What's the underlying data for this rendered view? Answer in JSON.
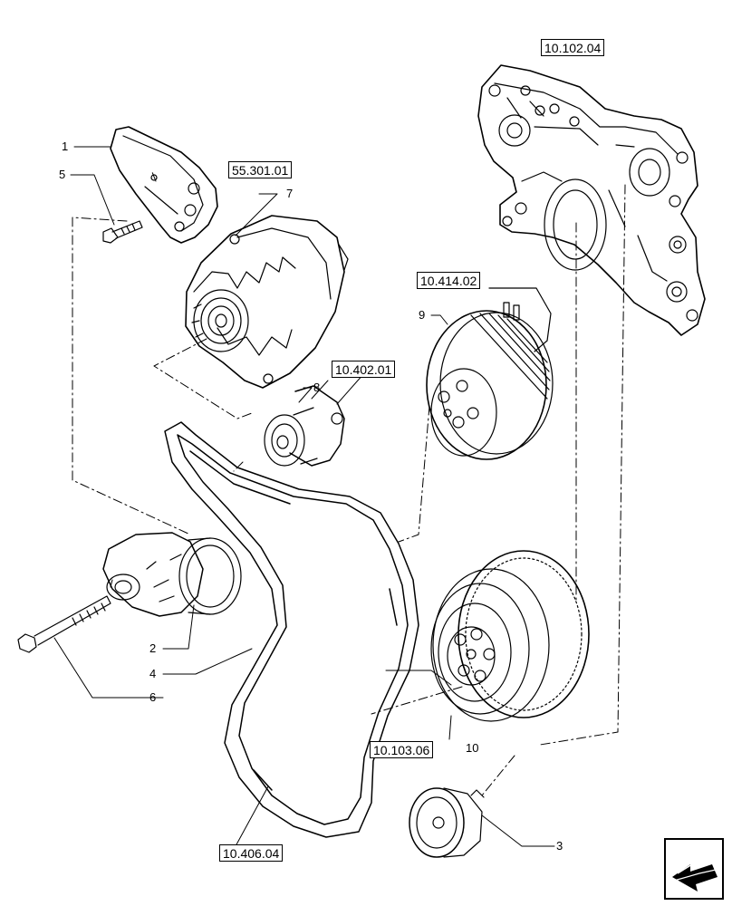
{
  "callouts": {
    "c1": "1",
    "c2": "2",
    "c3": "3",
    "c4": "4",
    "c5": "5",
    "c6": "6",
    "c7": "7",
    "c8": "8",
    "c9": "9",
    "c10": "10"
  },
  "refs": {
    "r_10_102_04": "10.102.04",
    "r_55_301_01": "55.301.01",
    "r_10_414_02": "10.414.02",
    "r_10_402_01": "10.402.01",
    "r_10_103_06": "10.103.06",
    "r_10_406_04": "10.406.04"
  },
  "icons": {
    "nav": "next-page-arrow-icon"
  }
}
